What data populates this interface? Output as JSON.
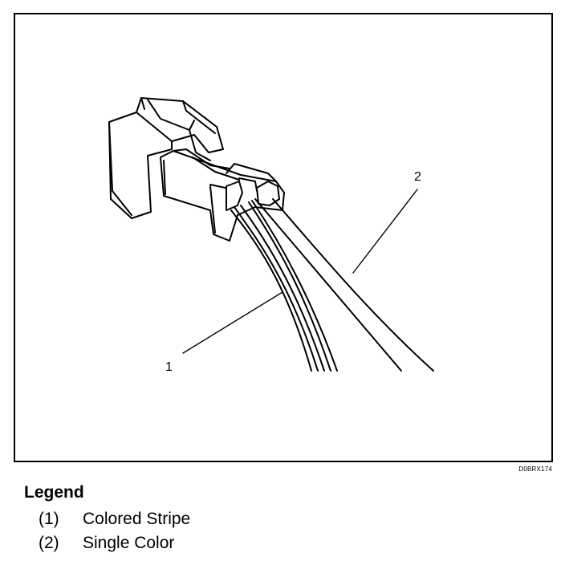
{
  "figure": {
    "code": "D0BRX174",
    "callouts": [
      {
        "number": "1"
      },
      {
        "number": "2"
      }
    ]
  },
  "legend": {
    "title": "Legend",
    "items": [
      {
        "number": "(1)",
        "label": "Colored Stripe"
      },
      {
        "number": "(2)",
        "label": "Single Color"
      }
    ]
  }
}
